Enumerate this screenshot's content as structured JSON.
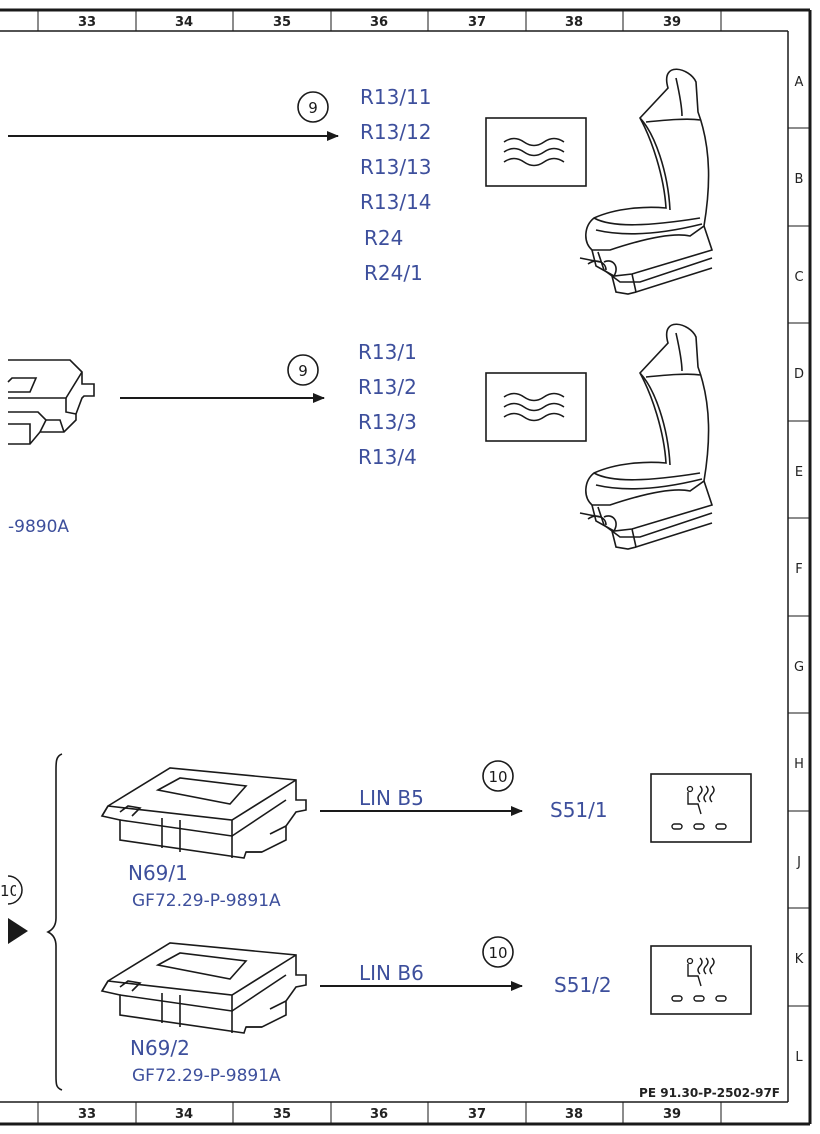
{
  "frame": {
    "columns": [
      "33",
      "34",
      "35",
      "36",
      "37",
      "38",
      "39"
    ],
    "rows": [
      "A",
      "B",
      "C",
      "D",
      "E",
      "F",
      "G",
      "H",
      "J",
      "K",
      "L"
    ],
    "doc_id": "PE 91.30-P-2502-97F"
  },
  "upper": {
    "circle": "9",
    "labels": [
      "R13/11",
      "R13/12",
      "R13/13",
      "R13/14",
      "R24",
      "R24/1"
    ]
  },
  "middle": {
    "circle": "9",
    "labels": [
      "R13/1",
      "R13/2",
      "R13/3",
      "R13/4"
    ],
    "ref_partial": "-9890A"
  },
  "lower1": {
    "circle": "10",
    "bus": "LIN B5",
    "target": "S51/1",
    "unit": "N69/1",
    "ref": "GF72.29-P-9891A"
  },
  "lower2": {
    "circle": "10",
    "bus": "LIN B6",
    "target": "S51/2",
    "unit": "N69/2",
    "ref": "GF72.29-P-9891A"
  },
  "left_partial_circle": "10"
}
